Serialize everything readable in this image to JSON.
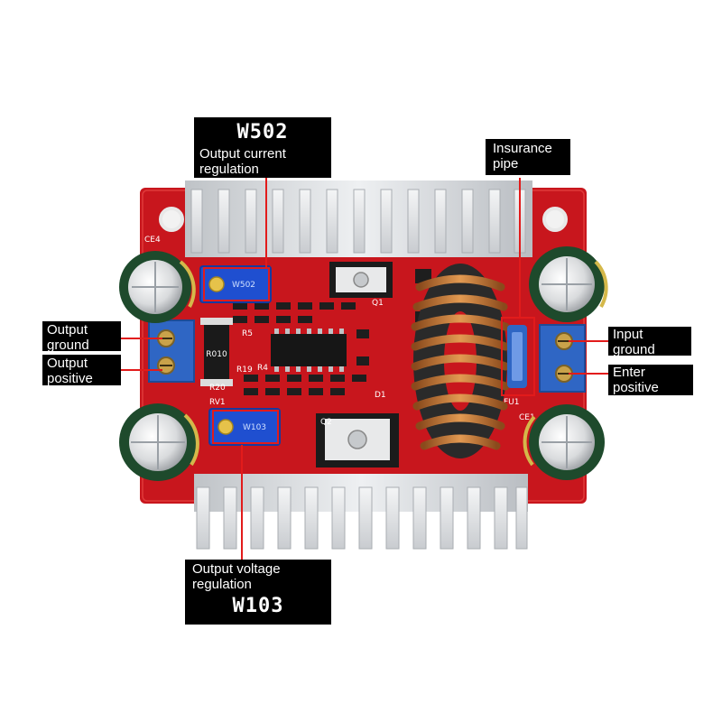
{
  "callouts": {
    "w502": {
      "code": "W502",
      "text_line1": "Output current",
      "text_line2": "regulation"
    },
    "fuse": {
      "text_line1": "Insurance",
      "text_line2": "pipe"
    },
    "output_ground": {
      "text_line1": "Output",
      "text_line2": "ground"
    },
    "output_positive": {
      "text_line1": "Output",
      "text_line2": "positive"
    },
    "input_ground": {
      "text_line1": "Input",
      "text_line2": "ground"
    },
    "input_positive": {
      "text_line1": "Enter",
      "text_line2": "positive"
    },
    "w103": {
      "text_line1": "Output voltage",
      "text_line2": "regulation",
      "code": "W103"
    }
  },
  "board_markings": {
    "r010": "R010",
    "w502_pot": "W502",
    "w103_pot": "W103",
    "rv1": "RV1",
    "r5": "R5",
    "r4": "R4",
    "r19": "R19",
    "r20": "R20",
    "d1": "D1",
    "q1": "Q1",
    "q2": "Q2",
    "fu1": "FU1",
    "ce1": "CE1",
    "ce4": "CE4"
  },
  "colors": {
    "pcb_red": "#c8161d",
    "heatsink": "#d8dadd",
    "terminal_blue": "#2f66c4",
    "pot_blue": "#1f4fd0",
    "copper": "#c97a35",
    "callout_bg": "#000000",
    "callout_text": "#ffffff",
    "leader_line": "#e21b1b"
  },
  "icons": [
    "capacitor-icon",
    "screw-terminal-icon",
    "potentiometer-icon",
    "toroid-inductor-icon",
    "heatsink-icon",
    "fuse-icon"
  ]
}
